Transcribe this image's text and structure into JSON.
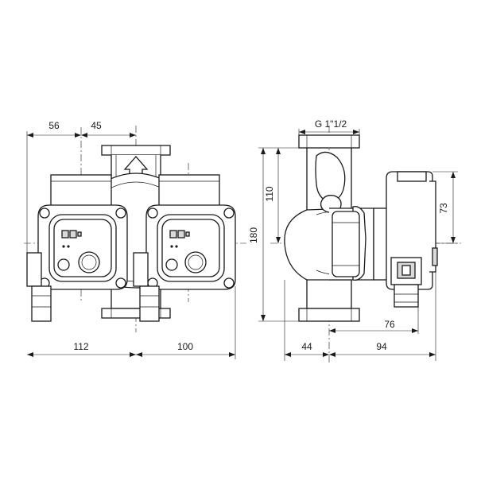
{
  "dimensions": {
    "front_left_offset": "56",
    "front_right_offset": "45",
    "front_left_width": "112",
    "front_right_width": "100",
    "thread_size": "G 1\"1/2",
    "height_total": "180",
    "height_inner": "110",
    "motor_height": "73",
    "axis_to_inlet": "44",
    "axis_to_box": "76",
    "axis_to_back": "94"
  }
}
